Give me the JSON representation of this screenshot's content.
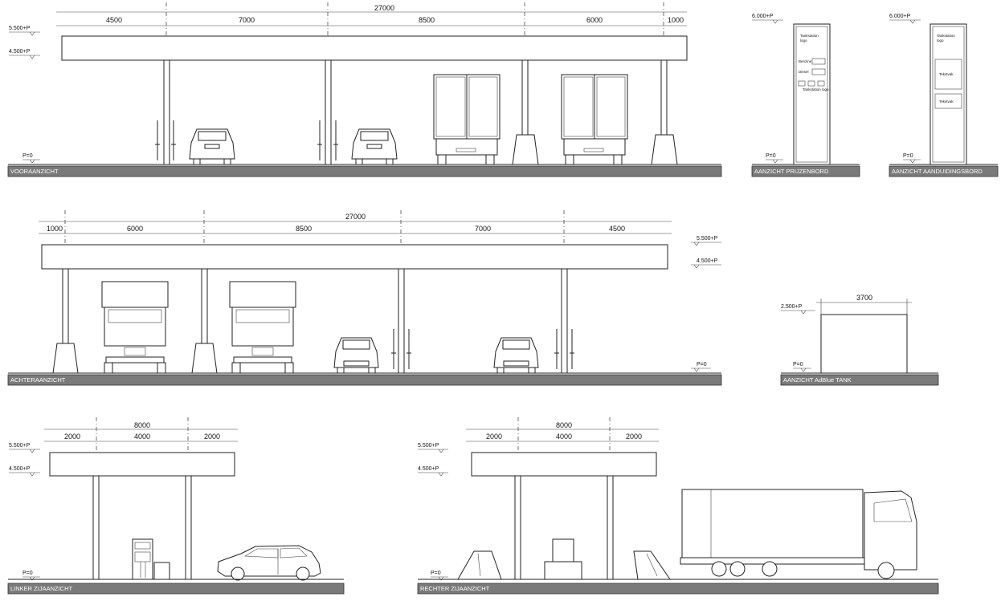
{
  "views": {
    "front": {
      "title": "VOORAANZICHT",
      "total": "27000",
      "spans": [
        "4500",
        "7000",
        "8500",
        "6000",
        "1000"
      ],
      "levels": [
        "5.500+P",
        "4.500+P",
        "P=0"
      ]
    },
    "back": {
      "title": "ACHTERAANZICHT",
      "total": "27000",
      "spans": [
        "1000",
        "6000",
        "8500",
        "7000",
        "4500"
      ],
      "levels": [
        "5.500+P",
        "4.500+P",
        "P=0"
      ]
    },
    "left": {
      "title": "LINKER ZIJAANZICHT",
      "total": "8000",
      "spans": [
        "2000",
        "4000",
        "2000"
      ],
      "levels": [
        "5.500+P",
        "4.500+P",
        "P=0"
      ]
    },
    "right": {
      "title": "RECHTER ZIJAANZICHT",
      "total": "8000",
      "spans": [
        "2000",
        "4000",
        "2000"
      ],
      "levels": [
        "5.500+P",
        "4.500+P",
        "P=0"
      ]
    },
    "price": {
      "title": "AANZICHT PRIJZENBORD",
      "top": "6.000+P",
      "ground": "P=0",
      "logo1": "Tankstation",
      "logo2": "logo",
      "fuel1": "Benzine",
      "fuel2": "Diesel",
      "small": "Tankstation logo"
    },
    "sign": {
      "title": "AANZICHT AANDUIDINGSBORD",
      "top": "6.000+P",
      "ground": "P=0",
      "logo1": "Tankstation",
      "logo2": "logo",
      "field1": "Tekstvak",
      "field2": "Tekstvak"
    },
    "tank": {
      "title": "AANZICHT AdBlue TANK",
      "width": "3700",
      "top": "2.500+P",
      "ground": "P=0"
    }
  }
}
